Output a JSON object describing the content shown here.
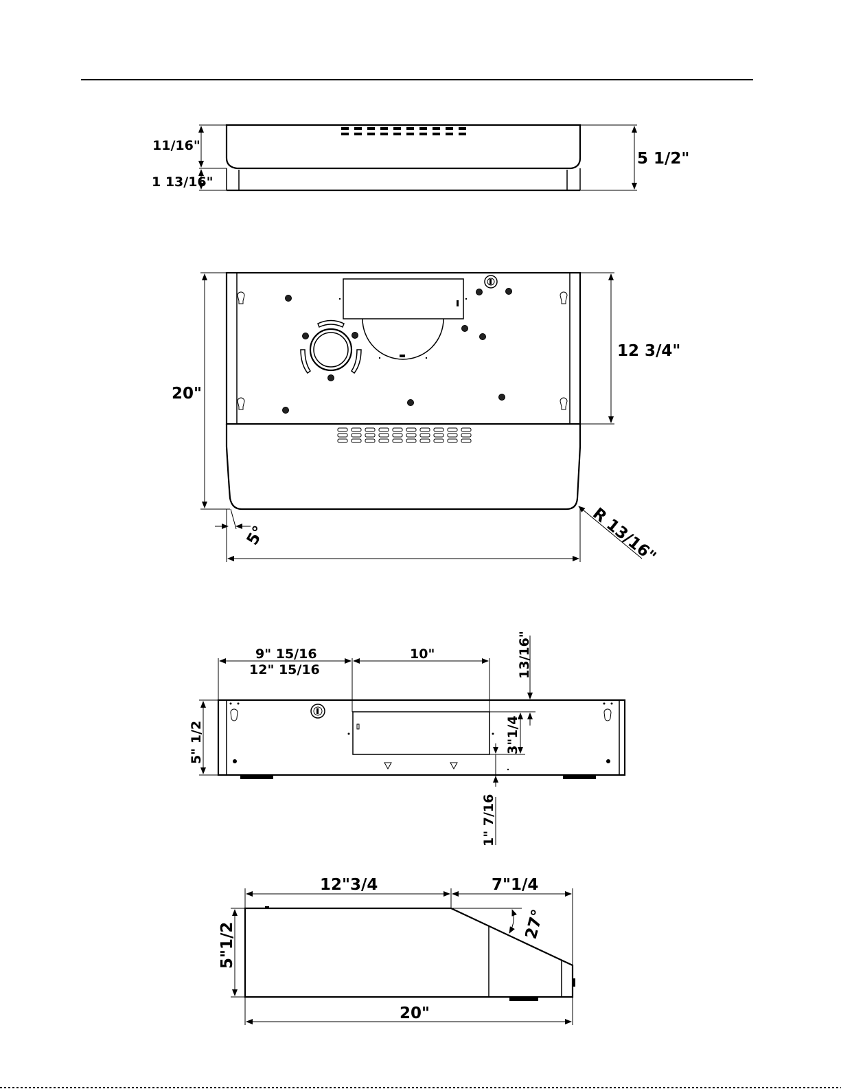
{
  "front_view": {
    "dim_top_section": "11/16\"",
    "dim_lower_section": "1 13/16\"",
    "dim_height": "5 1/2\""
  },
  "bottom_view": {
    "dim_depth": "20\"",
    "dim_back_section": "12 3/4\"",
    "dim_angle": "5°",
    "dim_radius": "R 13/16\""
  },
  "back_view": {
    "dim_offset_a": "9\" 15/16",
    "dim_offset_b": "12\" 15/16",
    "dim_duct_width": "10\"",
    "dim_top_gap": "13/16\"",
    "dim_height": "5\" 1/2",
    "dim_duct_height": "3\"1/4",
    "dim_bottom_gap": "1\" 7/16"
  },
  "side_view": {
    "dim_back_depth": "12\"3/4",
    "dim_front_depth": "7\"1/4",
    "dim_angle": "27°",
    "dim_height": "5\"1/2",
    "dim_total_depth": "20\""
  }
}
